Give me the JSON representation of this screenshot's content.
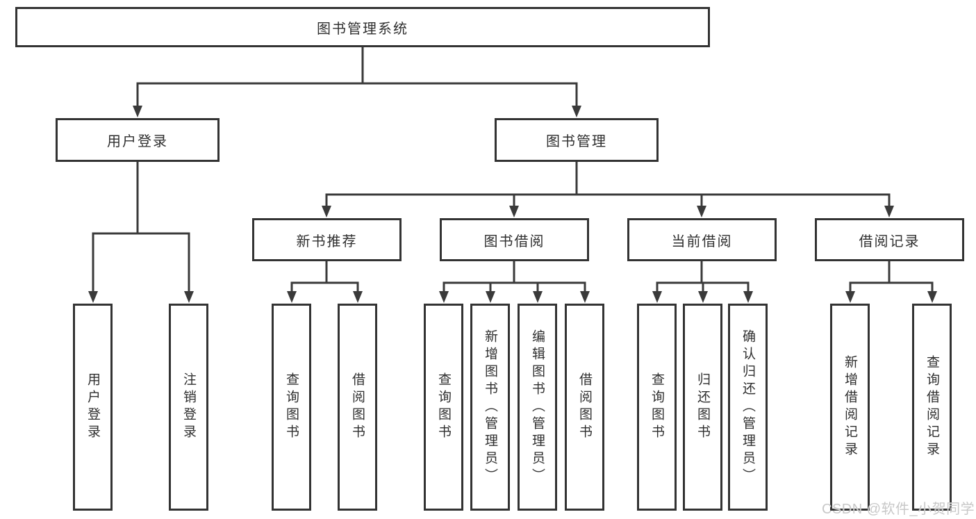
{
  "tree": {
    "root": {
      "label": "图书管理系统"
    },
    "children": [
      {
        "label": "用户登录",
        "children": [
          {
            "label": "用户登录"
          },
          {
            "label": "注销登录"
          }
        ]
      },
      {
        "label": "图书管理",
        "children": [
          {
            "label": "新书推荐",
            "children": [
              {
                "label": "查询图书"
              },
              {
                "label": "借阅图书"
              }
            ]
          },
          {
            "label": "图书借阅",
            "children": [
              {
                "label": "查询图书"
              },
              {
                "label": "新增图书（管理员）"
              },
              {
                "label": "编辑图书（管理员）"
              },
              {
                "label": "借阅图书"
              }
            ]
          },
          {
            "label": "当前借阅",
            "children": [
              {
                "label": "查询图书"
              },
              {
                "label": "归还图书"
              },
              {
                "label": "确认归还（管理员）"
              }
            ]
          },
          {
            "label": "借阅记录",
            "children": [
              {
                "label": "新增借阅记录"
              },
              {
                "label": "查询借阅记录"
              }
            ]
          }
        ]
      }
    ]
  },
  "watermark": {
    "text": "CSDN @软件_小贺同学"
  },
  "colors": {
    "line": "#3a3a3a",
    "box_border": "#333333",
    "text": "#2f2f2f",
    "watermark": "#c8c8c8",
    "background": "#ffffff"
  }
}
